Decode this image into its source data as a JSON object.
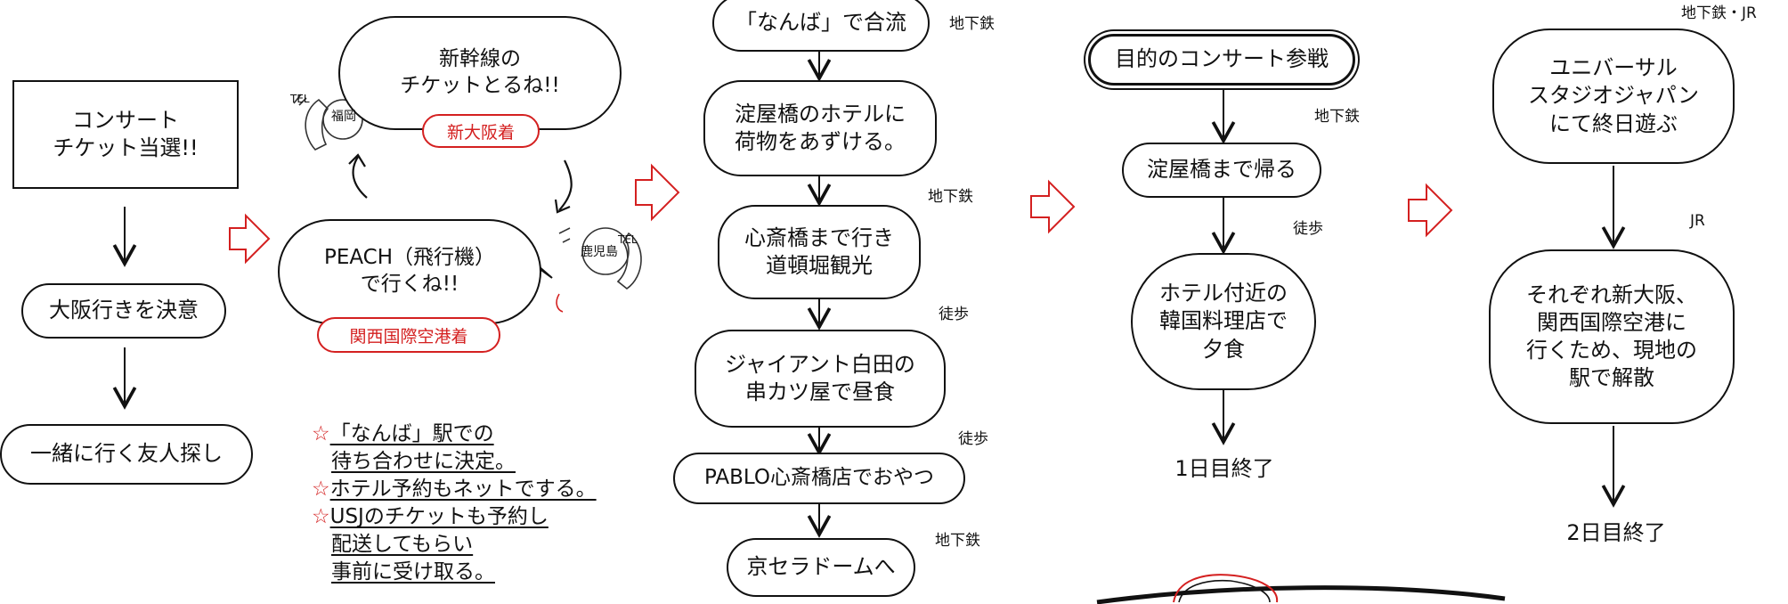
{
  "col1": {
    "lottery": "コンサート\nチケット当選!!",
    "decide": "大阪行きを決意",
    "friend": "一緒に行く友人探し"
  },
  "col2": {
    "bubble_top": "新幹線の\nチケットとるね!!",
    "tag_top": "新大阪着",
    "bubble_bottom": "PEACH（飛行機）\nで行くね!!",
    "tag_bottom": "関西国際空港着",
    "tel_fukuoka": "福岡",
    "tel_kagoshima": "鹿児島",
    "tel_label": "TEL",
    "notes": [
      {
        "star": "☆",
        "text": "「なんば」駅での"
      },
      {
        "star": "",
        "text": "待ち合わせに決定。"
      },
      {
        "star": "☆",
        "text": "ホテル予約もネットでする。"
      },
      {
        "star": "☆",
        "text": "USJのチケットも予約し"
      },
      {
        "star": "",
        "text": "配送してもらい"
      },
      {
        "star": "",
        "text": "事前に受け取る。"
      }
    ]
  },
  "col3": {
    "nodes": [
      "「なんば」で合流",
      "淀屋橋のホテルに\n荷物をあずける。",
      "心斎橋まで行き\n道頓堀観光",
      "ジャイアント白田の\n串カツ屋で昼食",
      "PABLO心斎橋店でおやつ",
      "京セラドームへ"
    ],
    "transport": [
      "地下鉄",
      "地下鉄",
      "徒歩",
      "徒歩",
      "地下鉄"
    ]
  },
  "col4": {
    "nodes": [
      "目的のコンサート参戦",
      "淀屋橋まで帰る",
      "ホテル付近の\n韓国料理店で\n夕食"
    ],
    "end": "1日目終了",
    "transport": [
      "地下鉄",
      "徒歩"
    ]
  },
  "col5": {
    "top_label": "地下鉄・JR",
    "nodes": [
      "ユニバーサル\nスタジオジャパン\nにて終日遊ぶ",
      "それぞれ新大阪、\n関西国際空港に\n行くため、現地の\n駅で解散"
    ],
    "transport": [
      "JR"
    ],
    "end": "2日目終了"
  },
  "colors": {
    "stroke": "#111111",
    "accent_red": "#d42020"
  }
}
